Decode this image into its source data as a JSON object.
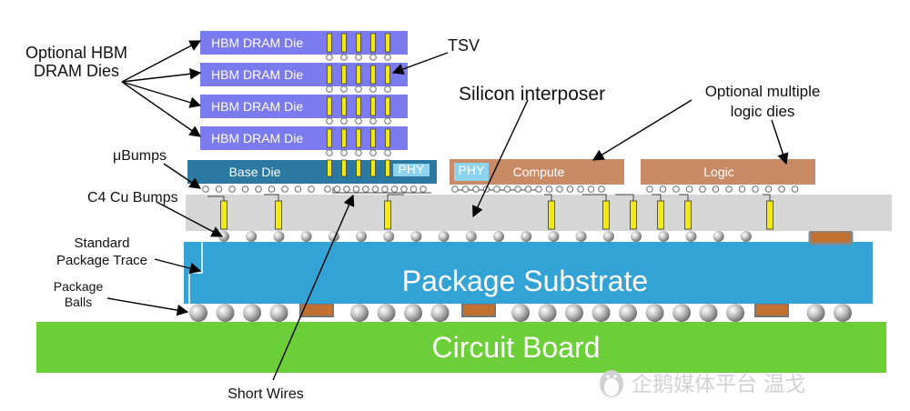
{
  "labels": {
    "optional_hbm": [
      "Optional HBM",
      "DRAM Dies"
    ],
    "tsv": "TSV",
    "silicon_interposer": "Silicon interposer",
    "optional_logic": [
      "Optional multiple",
      "logic dies"
    ],
    "ubumps": "μBumps",
    "c4_bumps": "C4 Cu Bumps",
    "standard_trace": [
      "Standard",
      "Package Trace"
    ],
    "package_balls": [
      "Package",
      "Balls"
    ],
    "short_wires": "Short Wires"
  },
  "dies": {
    "hbm": [
      "HBM DRAM Die",
      "HBM DRAM Die",
      "HBM DRAM Die",
      "HBM DRAM Die"
    ],
    "base": "Base Die",
    "phy_left": "PHY",
    "phy_right": "PHY",
    "compute": "Compute",
    "logic": "Logic"
  },
  "substrate": "Package Substrate",
  "board": "Circuit Board",
  "watermark": "企鹅媒体平台 温戈",
  "colors": {
    "hbm": "#7b7bef",
    "base_die": "#2b78a0",
    "logic_die": "#c98a66",
    "interposer": "#d6d6d6",
    "substrate": "#33a3d6",
    "board": "#6ccf3a",
    "tsv": "#f2ea16",
    "solder": "#c07030"
  }
}
